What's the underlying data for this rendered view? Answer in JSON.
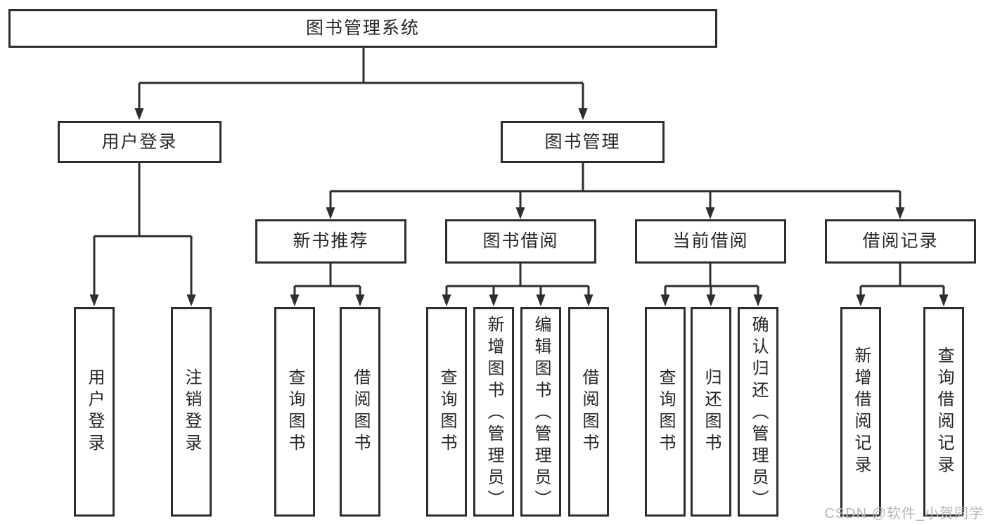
{
  "diagram": {
    "root": {
      "label": "图书管理系统"
    },
    "level2": {
      "user_login": {
        "label": "用户登录"
      },
      "book_management": {
        "label": "图书管理"
      }
    },
    "level3": {
      "new_book_recommend": {
        "label": "新书推荐"
      },
      "book_borrowing": {
        "label": "图书借阅"
      },
      "current_borrowing": {
        "label": "当前借阅"
      },
      "borrow_records": {
        "label": "借阅记录"
      }
    },
    "leaves": {
      "user_login": {
        "label": "用户登录"
      },
      "logout": {
        "label": "注销登录"
      },
      "query_books_nb": {
        "label": "查询图书"
      },
      "borrow_books_nb": {
        "label": "借阅图书"
      },
      "query_books_bb": {
        "label": "查询图书"
      },
      "add_books_admin": {
        "label": "新增图书（管理员）"
      },
      "edit_books_admin": {
        "label": "编辑图书（管理员）"
      },
      "borrow_books_bb": {
        "label": "借阅图书"
      },
      "query_books_cb": {
        "label": "查询图书"
      },
      "return_books": {
        "label": "归还图书"
      },
      "confirm_return_admin": {
        "label": "确认归还（管理员）"
      },
      "add_borrow_record": {
        "label": "新增借阅记录"
      },
      "query_borrow_record": {
        "label": "查询借阅记录"
      }
    },
    "colors": {
      "line": "#2e2e2e",
      "text": "#262626",
      "box_background": "#ffffff",
      "watermark": "#b7b7b7"
    }
  },
  "watermark": {
    "text": "CSDN @软件_小贺同学"
  }
}
